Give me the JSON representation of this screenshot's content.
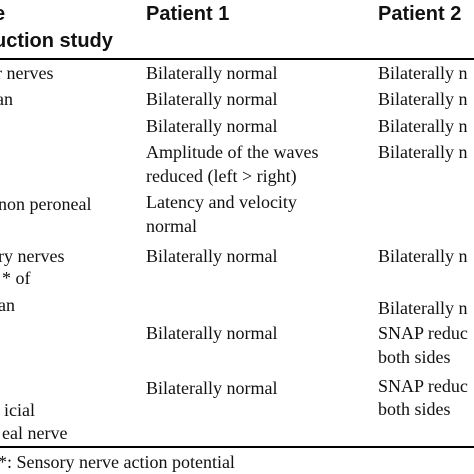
{
  "header": {
    "col0_line1": "e",
    "col0_line2": "uction study",
    "patient1": "Patient 1",
    "patient2": "Patient 2"
  },
  "rows": [
    {
      "label": "r nerves",
      "p1": "Bilaterally normal",
      "p2": "Bilaterally n"
    },
    {
      "label": "an",
      "p1": "Bilaterally normal",
      "p2": "Bilaterally n"
    },
    {
      "label": "",
      "p1": "Bilaterally normal",
      "p2": "Bilaterally n"
    },
    {
      "label": "",
      "p1_line1": "Amplitude of the waves",
      "p1_line2": "reduced (left > right)",
      "p2": "Bilaterally n"
    },
    {
      "label": "non peroneal",
      "p1_line1": "Latency and velocity",
      "p1_line2": "normal",
      "p2": ""
    },
    {
      "label_line1": "ry nerves",
      "label_line2": "* of",
      "p1": "Bilaterally normal",
      "p2": "Bilaterally n"
    },
    {
      "label": "an",
      "p1": "",
      "p2": "Bilaterally n"
    },
    {
      "label": "",
      "p1": "Bilaterally normal",
      "p2_line1": "SNAP reduc",
      "p2_line2": "both sides"
    },
    {
      "label_line1": "icial",
      "label_line2": "eal nerve",
      "p1": "Bilaterally normal",
      "p2_line1": "SNAP reduc",
      "p2_line2": "both sides"
    }
  ],
  "footnote": "*: Sensory nerve action potential"
}
